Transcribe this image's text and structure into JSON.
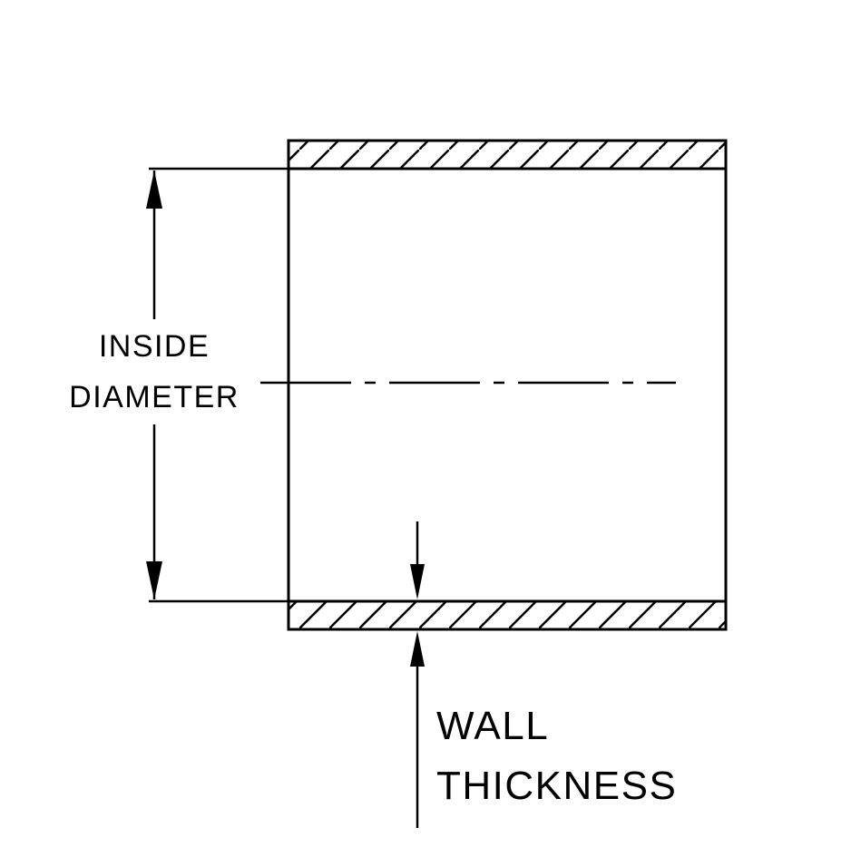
{
  "diagram": {
    "title": "tube-cross-section-dimension-drawing",
    "labels": {
      "inside_diameter": {
        "line1": "INSIDE",
        "line2": "DIAMETER"
      },
      "wall_thickness": {
        "line1": "WALL",
        "line2": "THICKNESS"
      }
    },
    "colors": {
      "line": "#000000",
      "background": "#ffffff"
    }
  }
}
